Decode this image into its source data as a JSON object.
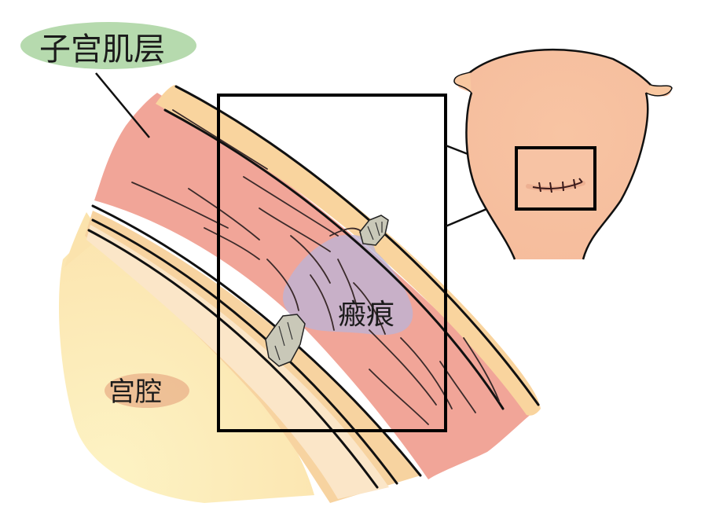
{
  "diagram": {
    "title": "",
    "labels": {
      "myometrium": "子宫肌层",
      "scar": "瘢痕",
      "uterine_cavity": "宫腔"
    },
    "colors": {
      "background": "#ffffff",
      "serosa_outer": "#f9d49e",
      "myometrium": "#f1a598",
      "myometrium_dark": "#ee9a8e",
      "endometrium_band": "#f7d3a0",
      "endometrium_inner": "#fbe6c8",
      "cavity": "#fdefb8",
      "scar_tint": "#b9b4d8",
      "suture_tissue": "#c9c8b8",
      "label_green_bg": "#a9d3a0",
      "label_orange_bg": "#eab48c",
      "uterus_body": "#f6c0a0",
      "outline": "#111111"
    },
    "components": [
      {
        "id": "myometrium-label",
        "text_ref": "labels.myometrium",
        "callout": "leader-line to muscle layer"
      },
      {
        "id": "zoom-frame",
        "desc": "black rectangle framing the scar cross-section"
      },
      {
        "id": "scar-region",
        "text_ref": "labels.scar"
      },
      {
        "id": "cavity-label",
        "text_ref": "labels.uterine_cavity"
      },
      {
        "id": "uterus-inset",
        "desc": "front view of uterus with sutured incision in small box, connected by two lines to zoom frame"
      }
    ]
  }
}
